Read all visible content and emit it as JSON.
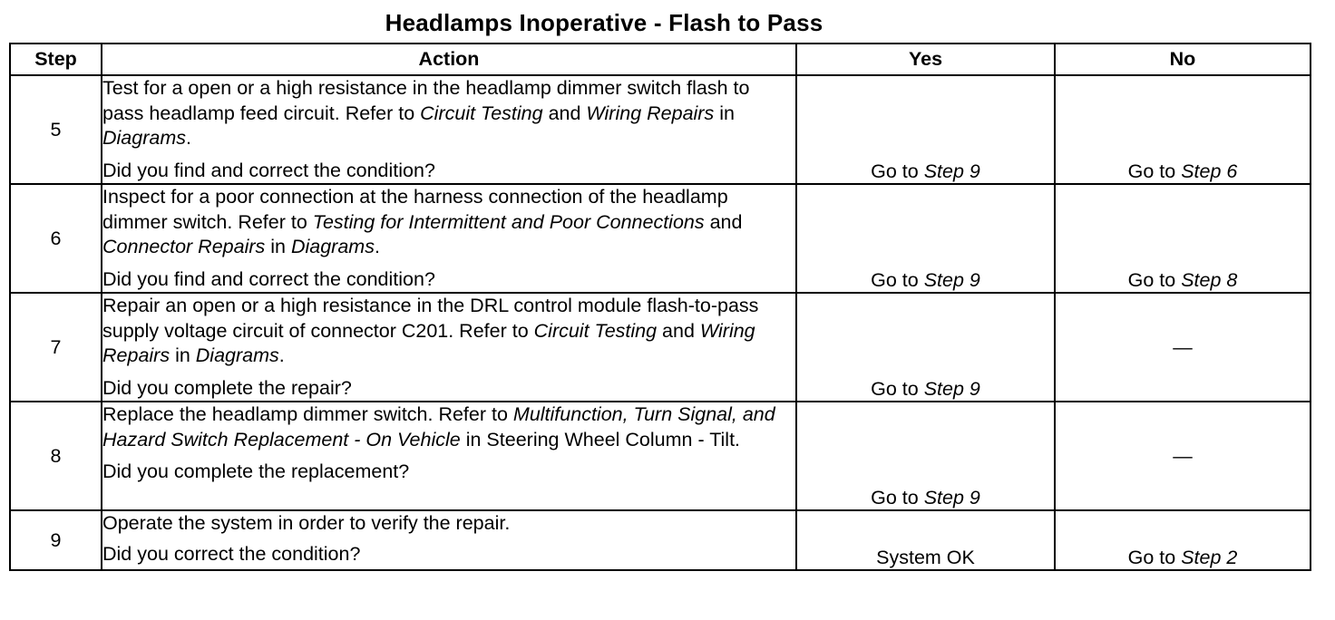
{
  "title": "Headlamps Inoperative - Flash to Pass",
  "headers": {
    "step": "Step",
    "action": "Action",
    "yes": "Yes",
    "no": "No"
  },
  "rows": [
    {
      "step": "5",
      "action": [
        {
          "text": "Test for a open or a high resistance in the headlamp dimmer switch flash to pass headlamp feed circuit. Refer to ",
          "italic": false
        },
        {
          "text": "Circuit Testing",
          "italic": true
        },
        {
          "text": " and ",
          "italic": false
        },
        {
          "text": "Wiring Repairs",
          "italic": true
        },
        {
          "text": " in ",
          "italic": false
        },
        {
          "text": "Diagrams",
          "italic": true
        },
        {
          "text": ".",
          "italic": false
        }
      ],
      "question": "Did you find and correct the condition?",
      "yes": {
        "prefix": "Go to ",
        "target": "Step 9"
      },
      "no": {
        "prefix": "Go to ",
        "target": "Step 6"
      }
    },
    {
      "step": "6",
      "action": [
        {
          "text": "Inspect for a poor connection at the harness connection of the headlamp dimmer switch. Refer to ",
          "italic": false
        },
        {
          "text": "Testing for Intermittent and Poor Connections",
          "italic": true
        },
        {
          "text": " and ",
          "italic": false
        },
        {
          "text": "Connector Repairs",
          "italic": true
        },
        {
          "text": " in ",
          "italic": false
        },
        {
          "text": "Diagrams",
          "italic": true
        },
        {
          "text": ".",
          "italic": false
        }
      ],
      "question": "Did you find and correct the condition?",
      "yes": {
        "prefix": "Go to ",
        "target": "Step 9"
      },
      "no": {
        "prefix": "Go to ",
        "target": "Step 8"
      }
    },
    {
      "step": "7",
      "action": [
        {
          "text": "Repair an open or a high resistance in the DRL control module flash-to-pass supply voltage circuit of connector C201. Refer to ",
          "italic": false
        },
        {
          "text": "Circuit Testing",
          "italic": true
        },
        {
          "text": " and ",
          "italic": false
        },
        {
          "text": "Wiring Repairs",
          "italic": true
        },
        {
          "text": " in ",
          "italic": false
        },
        {
          "text": "Diagrams",
          "italic": true
        },
        {
          "text": ".",
          "italic": false
        }
      ],
      "question": "Did you complete the repair?",
      "yes": {
        "prefix": "Go to ",
        "target": "Step 9"
      },
      "no": {
        "text": "—"
      }
    },
    {
      "step": "8",
      "action": [
        {
          "text": "Replace the headlamp dimmer switch. Refer to ",
          "italic": false
        },
        {
          "text": "Multifunction, Turn Signal, and Hazard Switch Replacement - On Vehicle",
          "italic": true
        },
        {
          "text": " in Steering Wheel Column - Tilt.",
          "italic": false
        }
      ],
      "question": "Did you complete the replacement?",
      "yes": {
        "prefix": "Go to ",
        "target": "Step 9"
      },
      "no": {
        "text": "—"
      }
    },
    {
      "step": "9",
      "action": [
        {
          "text": "Operate the system in order to verify the repair.",
          "italic": false
        }
      ],
      "question": "Did you correct the condition?",
      "yes": {
        "text": "System OK"
      },
      "no": {
        "prefix": "Go to ",
        "target": "Step 2"
      }
    }
  ]
}
